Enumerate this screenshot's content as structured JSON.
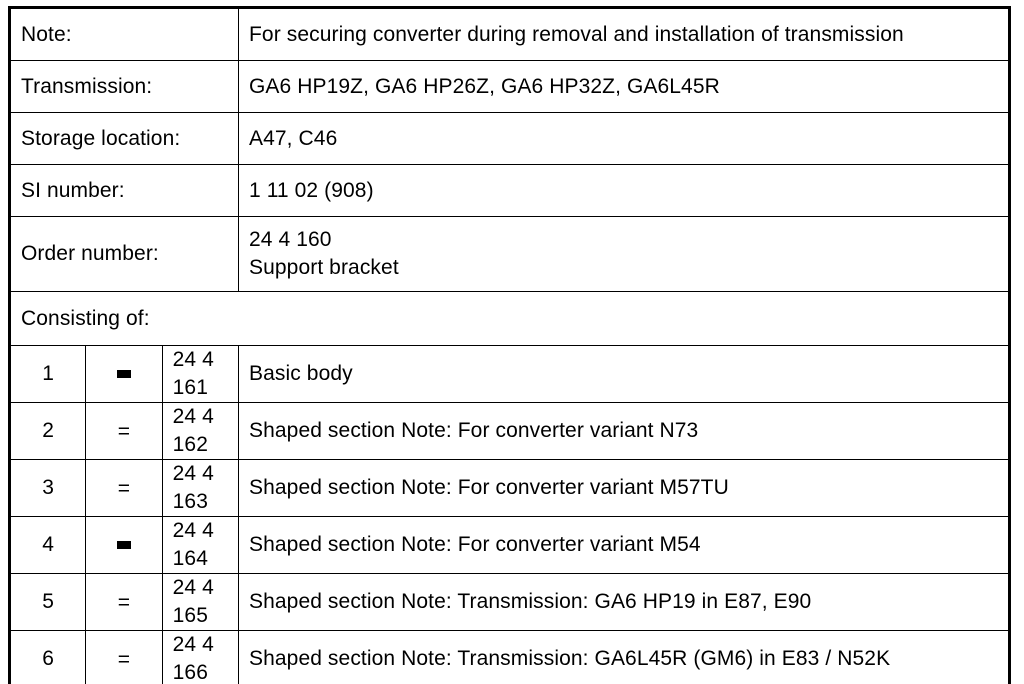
{
  "document": {
    "type": "special-tool-specification-table",
    "info_rows": [
      {
        "label": "Note:",
        "value": "For securing converter during removal and installation of transmission"
      },
      {
        "label": "Transmission:",
        "value": "GA6 HP19Z, GA6 HP26Z, GA6 HP32Z, GA6L45R"
      },
      {
        "label": "Storage location:",
        "value": "A47, C46"
      },
      {
        "label": "SI number:",
        "value": "1 11 02 (908)"
      }
    ],
    "order_row": {
      "label": "Order number:",
      "value_line1": "24 4 160",
      "value_line2": "Support bracket"
    },
    "consisting_of_label": "Consisting of:",
    "part_columns": {
      "index": "",
      "mark": "",
      "part_number": "",
      "description": ""
    },
    "parts": [
      {
        "index": "1",
        "mark": "block",
        "mark_text": "",
        "part_number": "24 4 161",
        "description": "Basic body"
      },
      {
        "index": "2",
        "mark": "equals",
        "mark_text": "=",
        "part_number": "24 4 162",
        "description": "Shaped section Note: For converter variant N73"
      },
      {
        "index": "3",
        "mark": "equals",
        "mark_text": "=",
        "part_number": "24 4 163",
        "description": "Shaped section Note: For converter variant M57TU"
      },
      {
        "index": "4",
        "mark": "block",
        "mark_text": "",
        "part_number": "24 4 164",
        "description": "Shaped section Note: For converter variant M54"
      },
      {
        "index": "5",
        "mark": "equals",
        "mark_text": "=",
        "part_number": "24 4 165",
        "description": "Shaped section Note: Transmission: GA6 HP19 in E87, E90"
      },
      {
        "index": "6",
        "mark": "equals",
        "mark_text": "=",
        "part_number": "24 4 166",
        "description": "Shaped section Note: Transmission: GA6L45R (GM6) in E83 / N52K"
      }
    ],
    "colors": {
      "background": "#ffffff",
      "text": "#000000",
      "border": "#000000"
    }
  }
}
